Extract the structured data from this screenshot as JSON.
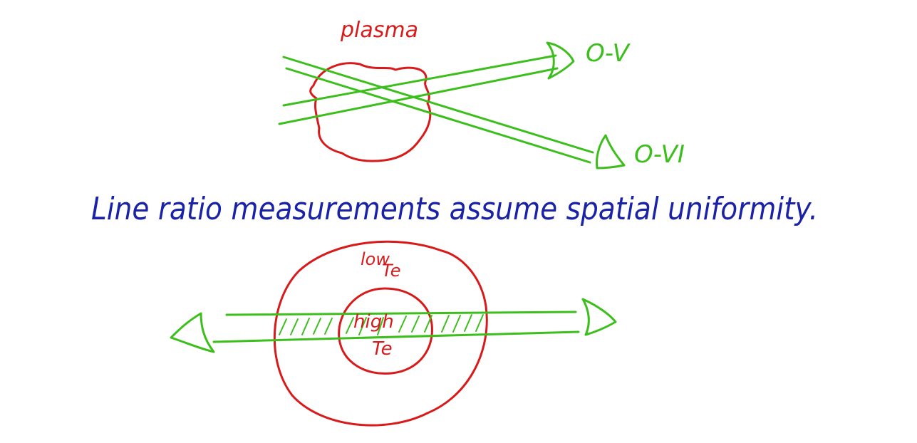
{
  "top_diagram": {
    "plasma_label": "plasma",
    "detector_upper_label": "O-V",
    "detector_lower_label": "O-VI"
  },
  "caption": "Line ratio measurements assume spatial uniformity.",
  "bottom_diagram": {
    "outer_label_word": "low",
    "outer_label_symbol": "Te",
    "inner_label_word": "high",
    "inner_label_symbol": "Te"
  },
  "colors": {
    "red": "#d81a1a",
    "green": "#3cbf1c",
    "blue": "#1a22a8"
  }
}
